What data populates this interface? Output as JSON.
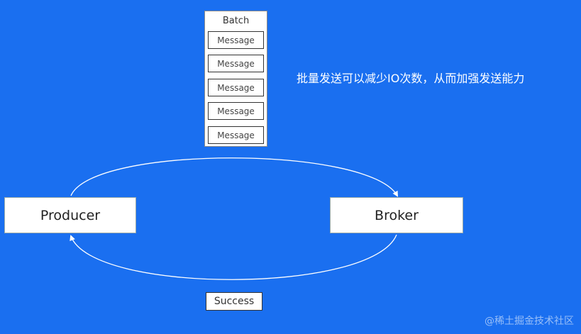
{
  "batch": {
    "title": "Batch",
    "messages": [
      "Message",
      "Message",
      "Message",
      "Message",
      "Message"
    ]
  },
  "nodes": {
    "producer": "Producer",
    "broker": "Broker",
    "success": "Success"
  },
  "note": "批量发送可以减少IO次数，从而加强发送能力",
  "watermark": "@稀土掘金技术社区",
  "colors": {
    "background": "#1a6ff0",
    "box": "#ffffff",
    "arrow": "#ffffff"
  }
}
